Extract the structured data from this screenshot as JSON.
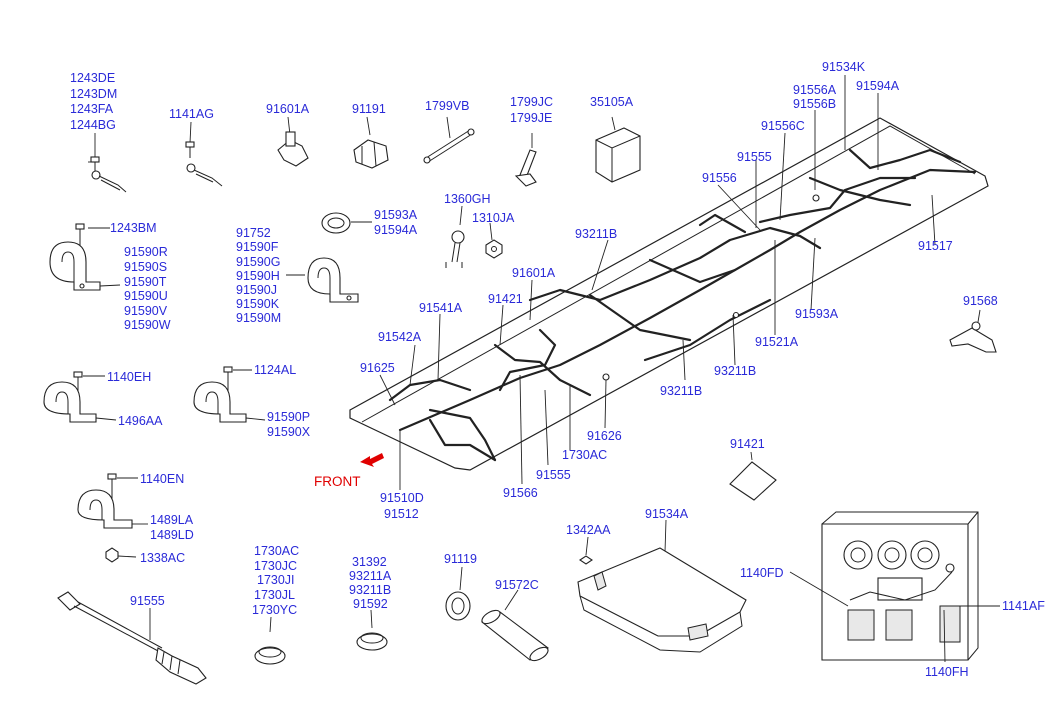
{
  "labels": {
    "l1243de": "1243DE",
    "l1243dm": "1243DM",
    "l1243fa": "1243FA",
    "l1244bg": "1244BG",
    "l1141ag": "1141AG",
    "l91601a_top": "91601A",
    "l91191": "91191",
    "l1799vb": "1799VB",
    "l1799jc": "1799JC",
    "l1799je": "1799JE",
    "l35105a": "35105A",
    "l91534k": "91534K",
    "l91556a": "91556A",
    "l91556b": "91556B",
    "l91594a_top": "91594A",
    "l91556c": "91556C",
    "l91555_top": "91555",
    "l91556": "91556",
    "l91517": "91517",
    "l1243bm": "1243BM",
    "l91590r": "91590R",
    "l91590s": "91590S",
    "l91590t": "91590T",
    "l91590u": "91590U",
    "l91590v": "91590V",
    "l91590w": "91590W",
    "l91752": "91752",
    "l91590f": "91590F",
    "l91590g": "91590G",
    "l91590h": "91590H",
    "l91590j": "91590J",
    "l91590k": "91590K",
    "l91590m": "91590M",
    "l91593a_l": "91593A",
    "l91594a_l": "91594A",
    "l1360gh": "1360GH",
    "l1310ja": "1310JA",
    "l93211b_top": "93211B",
    "l91601a_mid": "91601A",
    "l91421_mid": "91421",
    "l91541a": "91541A",
    "l91542a": "91542A",
    "l91625": "91625",
    "l91568": "91568",
    "l91593a_r": "91593A",
    "l91521a": "91521A",
    "l93211b_r": "93211B",
    "l93211b_mid": "93211B",
    "l91626": "91626",
    "l1730ac_mid": "1730AC",
    "l91555_mid": "91555",
    "l91566": "91566",
    "l91510d": "91510D",
    "l91512": "91512",
    "front": "FRONT",
    "l91421_r": "91421",
    "l1140eh": "1140EH",
    "l1496aa": "1496AA",
    "l1124al": "1124AL",
    "l91590p": "91590P",
    "l91590x": "91590X",
    "l1140en": "1140EN",
    "l1489la": "1489LA",
    "l1489ld": "1489LD",
    "l1338ac": "1338AC",
    "l91555_bot": "91555",
    "l1730ac_b": "1730AC",
    "l1730jc": "1730JC",
    "l1730ji": "1730JI",
    "l1730jl": "1730JL",
    "l1730yc": "1730YC",
    "l31392": "31392",
    "l93211a": "93211A",
    "l93211b_b": "93211B",
    "l91592": "91592",
    "l91119": "91119",
    "l91572c": "91572C",
    "l1342aa": "1342AA",
    "l91534a": "91534A",
    "l1140fd": "1140FD",
    "l1141af": "1141AF",
    "l1140fh": "1140FH"
  },
  "colors": {
    "label": "#2a2ad8",
    "front": "#e00000",
    "line": "#222222"
  }
}
